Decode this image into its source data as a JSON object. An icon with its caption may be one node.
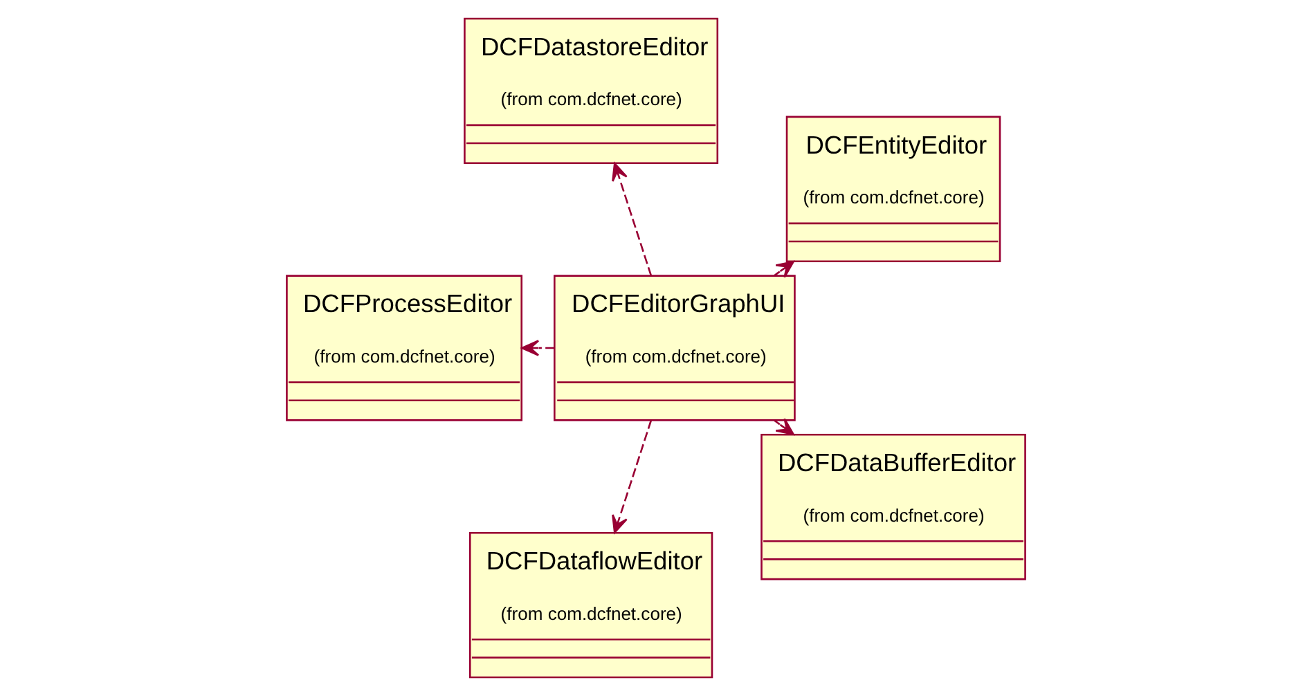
{
  "diagram": {
    "nodes": [
      {
        "text": [
          "DCFEntityEditor",
          "(from com.dcfnet.core)"
        ]
      },
      {
        "text": [
          "DCFDatastoreEditor",
          "(from com.dcfnet.core)"
        ]
      },
      {
        "text": [
          "DCFEditorGraphUI",
          "(from com.dcfnet.core)"
        ]
      },
      {
        "text": [
          "DCFProcessEditor",
          "(from com.dcfnet.core)"
        ]
      },
      {
        "text": [
          "DCFDataflowEditor",
          "(from com.dcfnet.core)"
        ]
      },
      {
        "text": [
          "DCFDataBufferEditor",
          "(from com.dcfnet.core)"
        ]
      }
    ],
    "edges": [
      {
        "from": 2,
        "to": 0,
        "arrow": "to",
        "style": "dashed"
      },
      {
        "from": 2,
        "to": 1,
        "arrow": "to",
        "style": "dashed"
      },
      {
        "from": 2,
        "to": 3,
        "arrow": "to",
        "style": "dashed"
      },
      {
        "from": 2,
        "to": 4,
        "arrow": "to",
        "style": "dashed"
      },
      {
        "from": 2,
        "to": 5,
        "arrow": "to",
        "style": "dashed"
      }
    ]
  }
}
